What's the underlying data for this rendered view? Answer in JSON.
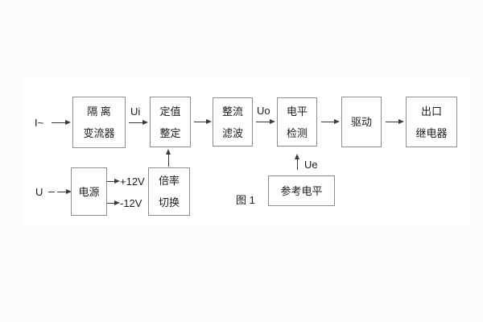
{
  "figure": {
    "caption": "图 1",
    "type": "block-diagram"
  },
  "signals": {
    "input_current": "I~",
    "ui": "Ui",
    "uo": "Uo",
    "ue": "Ue",
    "input_voltage": "U",
    "rail_positive": "+12V",
    "rail_negative": "-12V"
  },
  "blocks": {
    "isolation": {
      "line1": "隔 离",
      "line2": "变流器"
    },
    "setting": {
      "line1": "定值",
      "line2": "整定"
    },
    "rectifier": {
      "line1": "整流",
      "line2": "滤波"
    },
    "level": {
      "line1": "电平",
      "line2": "检测"
    },
    "driver": {
      "line1": "驱动"
    },
    "relay": {
      "line1": "出口",
      "line2": "继电器"
    },
    "power": {
      "line1": "电源"
    },
    "ratio": {
      "line1": "倍率",
      "line2": "切换"
    },
    "reference": {
      "line1": "参考电平"
    }
  },
  "colors": {
    "background": "#fcfcfc",
    "panel": "#ffffff",
    "box_border": "#8c8c8c",
    "line": "#3a3a3a",
    "text": "#1c1c1c"
  }
}
